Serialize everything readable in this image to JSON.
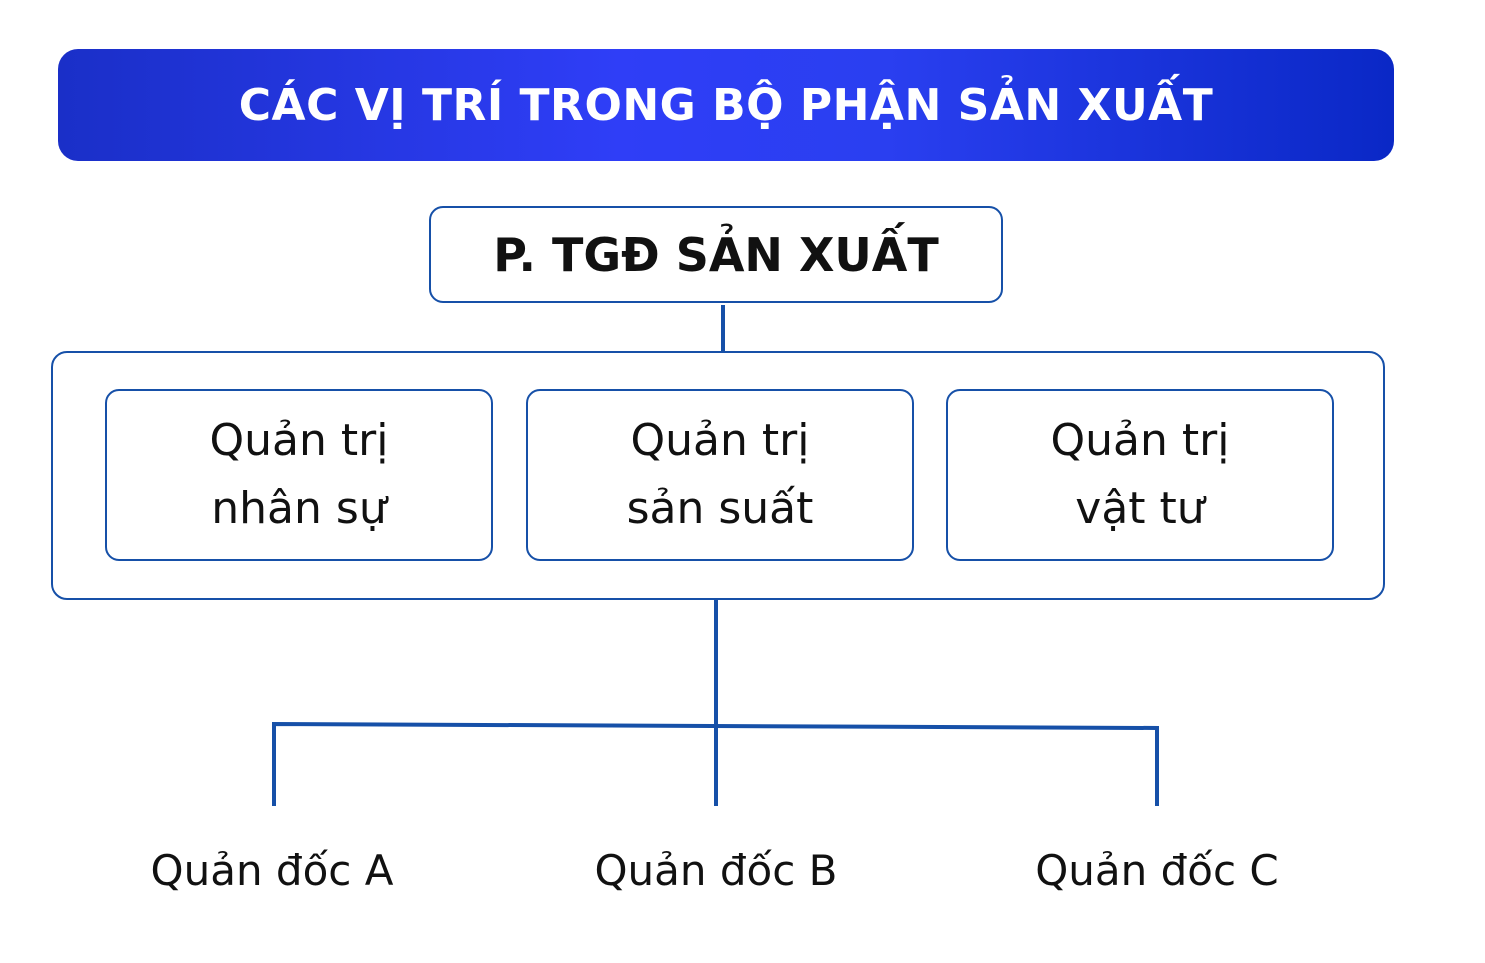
{
  "title": "CÁC VỊ TRÍ TRONG BỘ PHẬN SẢN XUẤT",
  "top_node": "P. TGĐ SẢN XUẤT",
  "sub_nodes": [
    {
      "line1": "Quản trị",
      "line2": "nhân sự"
    },
    {
      "line1": "Quản trị",
      "line2": "sản suất"
    },
    {
      "line1": "Quản trị",
      "line2": "vật tư"
    }
  ],
  "leaves": [
    "Quản đốc A",
    "Quản đốc B",
    "Quản đốc C"
  ],
  "colors": {
    "banner": "#2f3ef7",
    "line": "#1650a8",
    "text": "#111111"
  }
}
